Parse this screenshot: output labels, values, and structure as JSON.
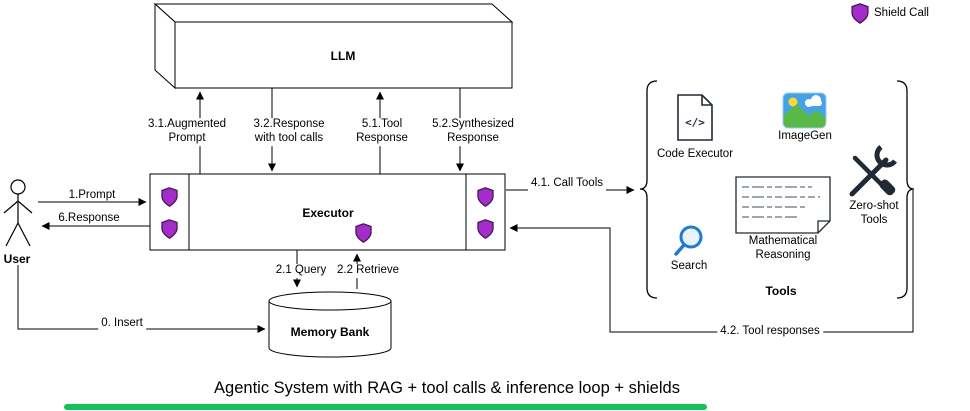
{
  "diagram": {
    "caption": "Agentic System with RAG + tool calls & inference loop + shields",
    "legend": {
      "shield_label": "Shield Call"
    },
    "nodes": {
      "llm": "LLM",
      "executor": "Executor",
      "memory_bank": "Memory Bank",
      "user": "User"
    },
    "tools_group": {
      "title": "Tools",
      "code_executor": "Code Executor",
      "code_glyph": "</>",
      "imagegen": "ImageGen",
      "search": "Search",
      "math_reasoning": "Mathematical\nReasoning",
      "zero_shot": "Zero-shot\nTools"
    },
    "edges": {
      "insert": "0. Insert",
      "prompt": "1.Prompt",
      "query": "2.1 Query",
      "retrieve": "2.2 Retrieve",
      "augmented_prompt": "3.1.Augmented\nPrompt",
      "response_with_tool_calls": "3.2.Response\nwith tool calls",
      "call_tools": "4.1. Call Tools",
      "tool_responses": "4.2. Tool responses",
      "tool_response": "5.1.Tool\nResponse",
      "synthesized_response": "5.2.Synthesized\nResponse",
      "response": "6.Response"
    },
    "colors": {
      "shield_fill": "#a42cc8",
      "shield_stroke": "#471a5e",
      "search_blue": "#1e7ad2",
      "sky_blue": "#44a2e8",
      "grass_green": "#58b947",
      "sun_yellow": "#ffd633",
      "icon_dark": "#202a35",
      "bottom_bar_green": "#15c15d"
    }
  }
}
